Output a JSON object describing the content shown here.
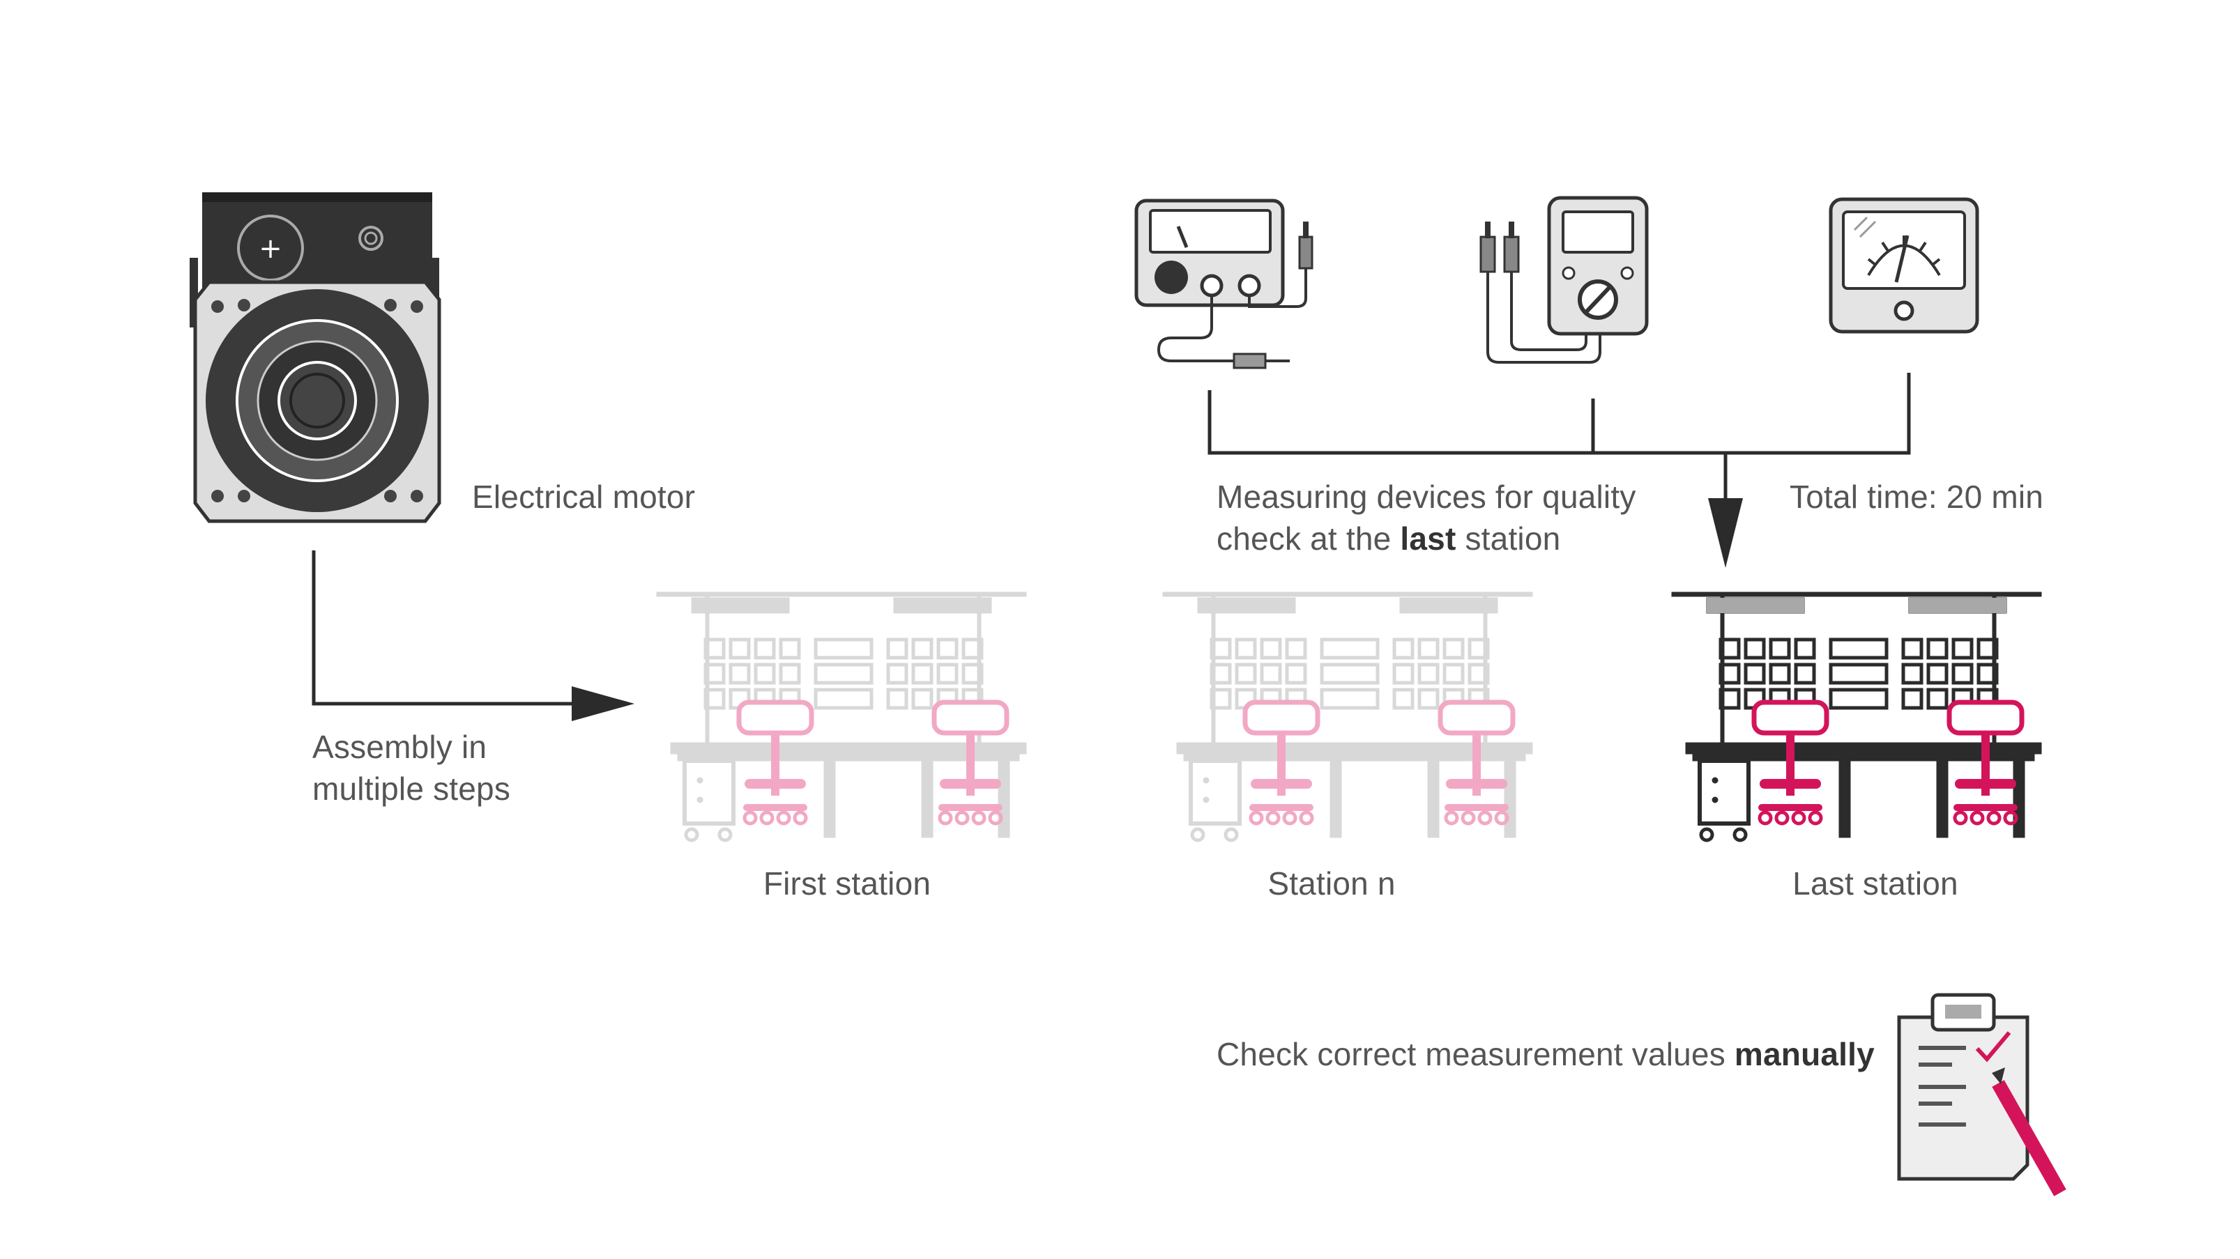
{
  "labels": {
    "motor": "Electrical motor",
    "assembly_line1": "Assembly in",
    "assembly_line2": "multiple steps",
    "devices_line1": "Measuring devices for quality",
    "devices_line2_pre": "check at the ",
    "devices_line2_bold": "last",
    "devices_line2_post": " station",
    "total_time": "Total time: 20 min",
    "first_station": "First station",
    "station_n": "Station n",
    "last_station": "Last station",
    "check_pre": "Check correct measurement values ",
    "check_bold": "manually"
  },
  "colors": {
    "dark": "#2b2b2b",
    "gray": "#d8d8d8",
    "accent": "#d4145a",
    "accent_faded": "#f2a8c4",
    "text": "#555555"
  },
  "icons": {
    "motor": "electric-motor-icon",
    "device1": "analog-tester-icon",
    "device2": "multimeter-icon",
    "device3": "analog-gauge-icon",
    "checklist": "clipboard-checklist-icon"
  }
}
